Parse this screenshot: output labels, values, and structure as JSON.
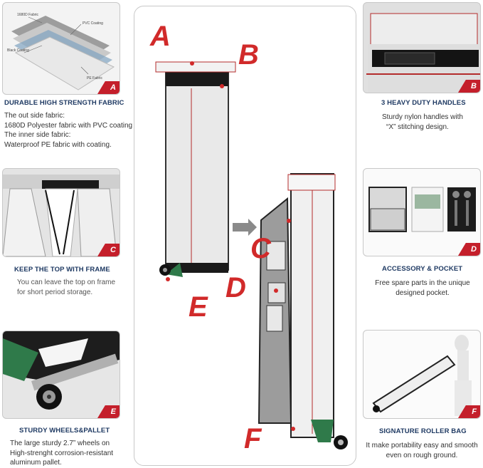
{
  "panels": {
    "a": {
      "corner": "A",
      "layers": {
        "top": "1680D Fabric",
        "pvc": "PVC Coating",
        "back": "Black Coating",
        "pe": "PE Fabric"
      },
      "title": "DURABLE HIGH STRENGTH FABRIC",
      "lines": [
        "The out side fabric:",
        "1680D Polyester fabric with PVC coating",
        "The inner side fabric:",
        "Waterproof PE fabric with coating."
      ]
    },
    "b": {
      "corner": "B",
      "title": "3 HEAVY DUTY HANDLES",
      "lines": [
        "Sturdy nylon handles with",
        "“X”  stitching design."
      ]
    },
    "c": {
      "corner": "C",
      "title": "KEEP THE TOP WITH FRAME",
      "lines": [
        "You can leave the top on frame",
        "for short period storage."
      ]
    },
    "d": {
      "corner": "D",
      "title": "ACCESSORY & POCKET",
      "lines": [
        "Free spare parts in the unique",
        "designed pocket."
      ]
    },
    "e": {
      "corner": "E",
      "title": "STURDY WHEELS&PALLET",
      "lines": [
        "The large sturdy 2.7”  wheels on",
        "High-strenght corrosion-resistant",
        "aluminum pallet."
      ]
    },
    "f": {
      "corner": "F",
      "title": "SIGNATURE ROLLER BAG",
      "lines": [
        "It make portability easy and smooth",
        "even on rough ground."
      ]
    }
  },
  "center": {
    "letters": [
      "A",
      "B",
      "C",
      "D",
      "E",
      "F"
    ]
  }
}
